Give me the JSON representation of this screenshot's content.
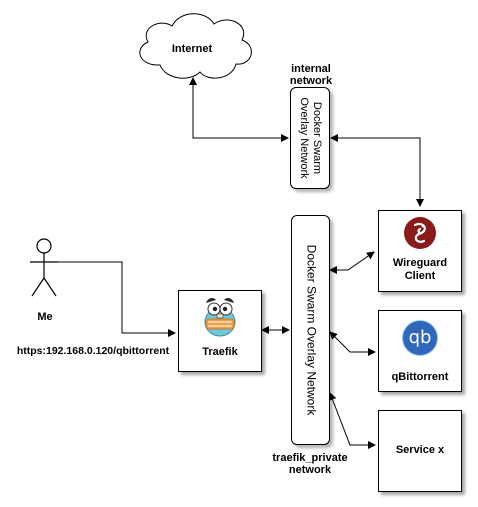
{
  "internet": {
    "label": "Internet"
  },
  "me": {
    "label": "Me",
    "url": "https:192.168.0.120/qbittorrent"
  },
  "overlay_internal": {
    "line1": "Docker Swarm",
    "line2": "Overlay Network",
    "caption_line1": "internal",
    "caption_line2": "network"
  },
  "overlay_private": {
    "label": "Docker Swarm Overlay Network",
    "caption_line1": "traefik_private",
    "caption_line2": "network"
  },
  "traefik": {
    "label": "Traefik"
  },
  "wireguard": {
    "line1": "Wireguard",
    "line2": "Client"
  },
  "qbittorrent": {
    "label": "qBittorrent",
    "icon_text": "qb"
  },
  "service_x": {
    "label": "Service x"
  },
  "colors": {
    "wireguard_red": "#8b1a1a",
    "qb_blue": "#2f67ba",
    "line": "#000000"
  }
}
